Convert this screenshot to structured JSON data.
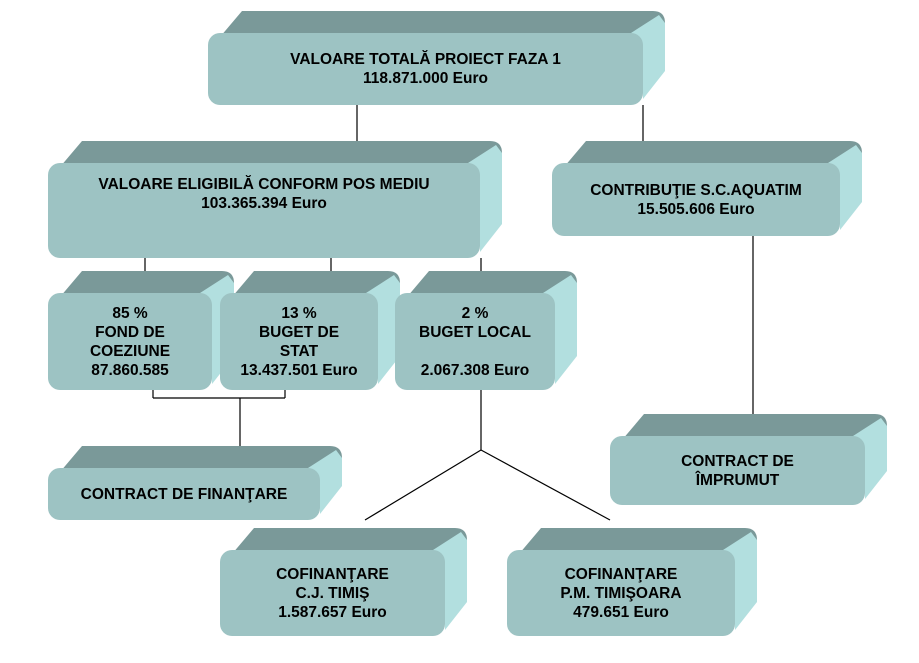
{
  "colors": {
    "front": "#9dc3c3",
    "top": "#7a9999",
    "side": "#b2dfdf",
    "line": "#000000"
  },
  "nodes": {
    "total": {
      "lines": [
        "VALOARE  TOTALĂ PROIECT FAZA 1",
        "118.871.000 Euro"
      ]
    },
    "eligibil": {
      "lines": [
        "VALOARE  ELIGIBILĂ  CONFORM POS MEDIU",
        "103.365.394 Euro"
      ]
    },
    "contributie": {
      "lines": [
        "CONTRIBUŢIE S.C.AQUATIM",
        "15.505.606 Euro"
      ]
    },
    "fond": {
      "lines": [
        "85 %",
        "FOND DE",
        "COEZIUNE",
        "87.860.585"
      ]
    },
    "buget_stat": {
      "lines": [
        "13 %",
        "BUGET DE",
        "STAT",
        "13.437.501 Euro"
      ]
    },
    "buget_local": {
      "lines": [
        "2 %",
        "BUGET LOCAL",
        "",
        "2.067.308 Euro"
      ]
    },
    "contract_finantare": {
      "lines": [
        "CONTRACT DE FINANŢARE"
      ]
    },
    "contract_imprumut": {
      "lines": [
        "CONTRACT DE",
        "ÎMPRUMUT"
      ]
    },
    "cofinantare_cj": {
      "lines": [
        "COFINANŢARE",
        "C.J. TIMIŞ",
        "1.587.657 Euro"
      ]
    },
    "cofinantare_pm": {
      "lines": [
        "COFINANŢARE",
        "P.M. TIMIŞOARA",
        "479.651 Euro"
      ]
    }
  }
}
